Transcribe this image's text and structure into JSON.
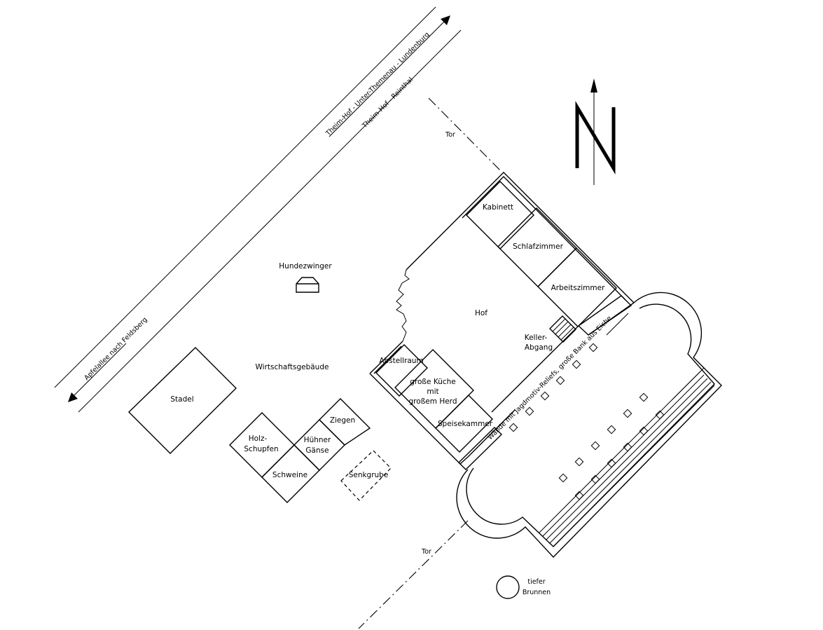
{
  "rooms": {
    "kabinett": "Kabinett",
    "schlafzimmer": "Schlafzimmer",
    "arbeitszimmer": "Arbeitszimmer",
    "hof": "Hof",
    "keller_abgang_line1": "Keller-",
    "keller_abgang_line2": "Abgang",
    "abstellraum": "Abstellraum",
    "kueche_line1": "große Küche",
    "kueche_line2": "mit",
    "kueche_line3": "großem Herd",
    "speisekammer": "Speisekammer"
  },
  "outbuildings": {
    "hundezwinger": "Hundezwinger",
    "wirtschaftsgebaeude": "Wirtschaftsgebäude",
    "stadel": "Stadel",
    "holzschupfen_line1": "Holz-",
    "holzschupfen_line2": "Schupfen",
    "huehner_line1": "Hühner",
    "huehner_line2": "Gänse",
    "ziegen": "Ziegen",
    "schweine": "Schweine",
    "senkgrube": "Senkgrube"
  },
  "gates": {
    "tor_north": "Tor",
    "tor_south": "Tor"
  },
  "well": {
    "line1": "tiefer",
    "line2": "Brunnen"
  },
  "hall": {
    "wall_note": "Wände mit Jagdmotiv-Reliefs, große Bank aus Eiche"
  },
  "roads": {
    "route_1": "Theim-Hof - Unter-Themenau - Lundenburg",
    "route_2": "Theim-Hof - Reinthal",
    "route_3": "Apfelallee nach Feldsberg"
  },
  "compass": {
    "letter": "N"
  }
}
